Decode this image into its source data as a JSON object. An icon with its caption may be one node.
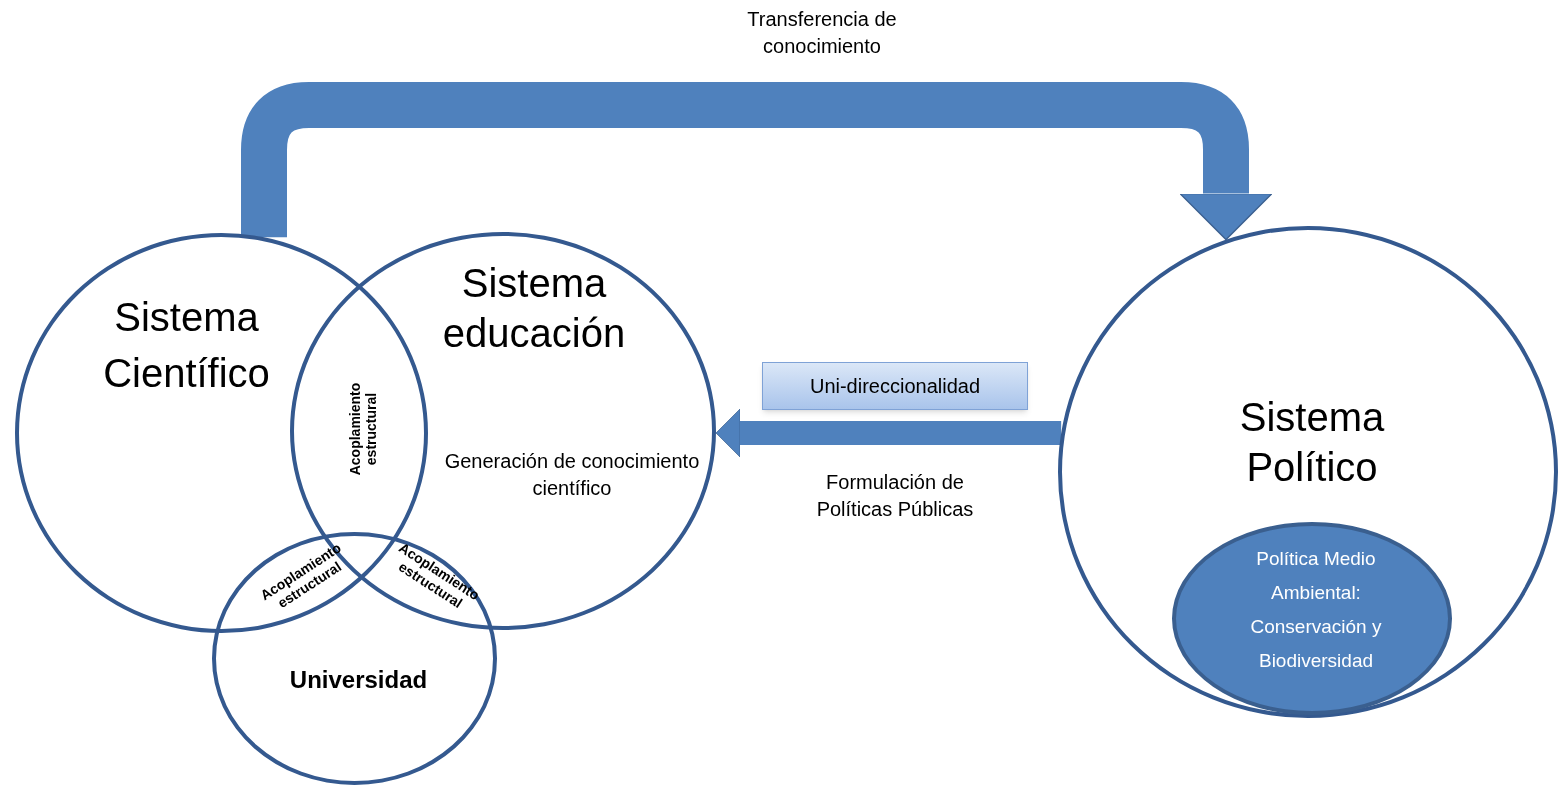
{
  "diagram": {
    "nodes": [
      {
        "text": [
          "Sistema Científico"
        ]
      },
      {
        "text": [
          "Sistema educación",
          "Generación de conocimiento científico"
        ]
      },
      {
        "text": [
          "Universidad"
        ]
      },
      {
        "text": [
          "Sistema Político"
        ]
      },
      {
        "text": [
          "Política Medio Ambiental: Conservación y Biodiversidad"
        ],
        "in": 3
      },
      {
        "text": [
          "Uni-direccionalidad"
        ]
      }
    ],
    "edges": [
      {
        "from": 0,
        "to": 3,
        "arrow": "to",
        "label": "Transferencia de conocimiento",
        "style": "thick"
      },
      {
        "from": 3,
        "to": 1,
        "arrow": "to",
        "label": "Formulación de Políticas Públicas"
      }
    ],
    "labels": [
      "Acoplamiento estructural",
      "Acoplamiento estructural",
      "Acoplamiento estructural"
    ]
  }
}
